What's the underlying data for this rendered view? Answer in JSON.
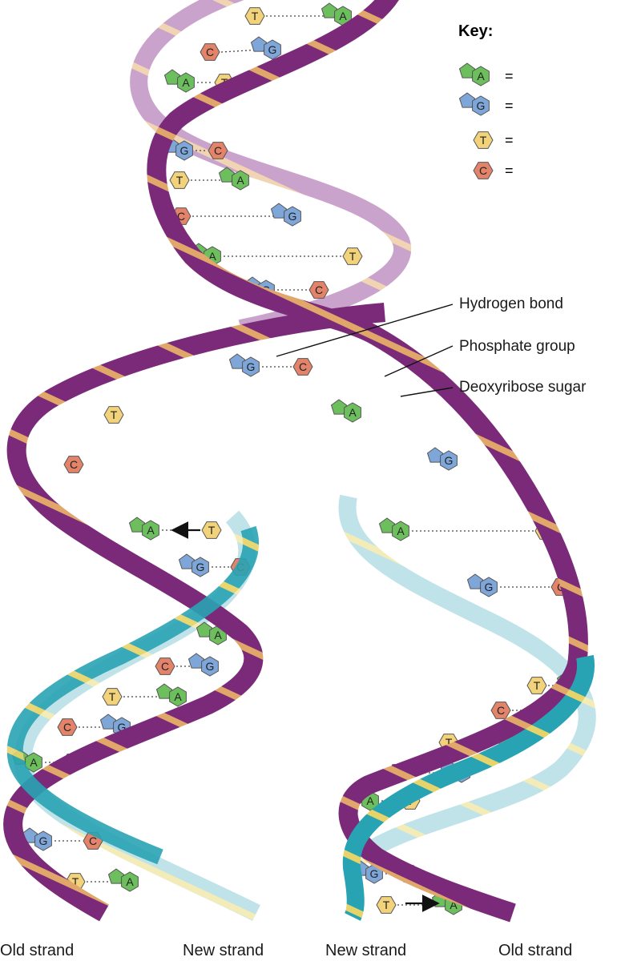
{
  "key": {
    "title": "Key:",
    "items": [
      {
        "base": "A",
        "color": "#6cbf5c",
        "shape": "pentagon",
        "eq": "="
      },
      {
        "base": "G",
        "color": "#7ea6d9",
        "shape": "pentagon",
        "eq": "="
      },
      {
        "base": "T",
        "color": "#f2d27a",
        "shape": "hexagon",
        "eq": "="
      },
      {
        "base": "C",
        "color": "#e2836a",
        "shape": "hexagon",
        "eq": "="
      }
    ]
  },
  "callouts": {
    "hydrogen_bond": "Hydrogen bond",
    "phosphate_group": "Phosphate group",
    "deoxyribose_sugar": "Deoxyribose sugar"
  },
  "bottom_labels": {
    "left_old": "Old strand",
    "left_new": "New strand",
    "right_new": "New strand",
    "right_old": "Old strand"
  },
  "colors": {
    "old_strand": "#7a2a78",
    "old_strand_light": "#c9a3cb",
    "new_strand": "#28a3b3",
    "new_strand_light": "#bfe3e8",
    "stripe_old": "#e0a66a",
    "stripe_new": "#e6d36a"
  },
  "base_pairs": [
    {
      "l": "T",
      "r": "A"
    },
    {
      "l": "C",
      "r": "G"
    },
    {
      "l": "A",
      "r": "T"
    },
    {
      "l": "G",
      "r": "C"
    },
    {
      "l": "T",
      "r": "A"
    },
    {
      "l": "C",
      "r": "G"
    },
    {
      "l": "A",
      "r": "T"
    },
    {
      "l": "G",
      "r": "C"
    },
    {
      "l": "G",
      "r": "C"
    },
    {
      "l": "T",
      "r": ""
    },
    {
      "l": "",
      "r": "A"
    },
    {
      "l": "C",
      "r": ""
    },
    {
      "l": "",
      "r": "G"
    },
    {
      "l": "A",
      "r": "T"
    },
    {
      "l": "G",
      "r": "C"
    },
    {
      "l": "A",
      "r": ""
    },
    {
      "l": "C",
      "r": "G"
    },
    {
      "l": "T",
      "r": "A"
    },
    {
      "l": "C",
      "r": "G"
    },
    {
      "l": "A",
      "r": "T"
    },
    {
      "l": "G",
      "r": "C"
    },
    {
      "l": "T",
      "r": "A"
    },
    {
      "l": "A",
      "r": "T"
    },
    {
      "l": "G",
      "r": "C"
    },
    {
      "l": "T",
      "r": "A"
    },
    {
      "l": "C",
      "r": "G"
    },
    {
      "l": "T",
      "r": "A"
    },
    {
      "l": "C",
      "r": "G"
    },
    {
      "l": "A",
      "r": "T"
    },
    {
      "l": "G",
      "r": "C"
    },
    {
      "l": "T",
      "r": "A"
    }
  ]
}
